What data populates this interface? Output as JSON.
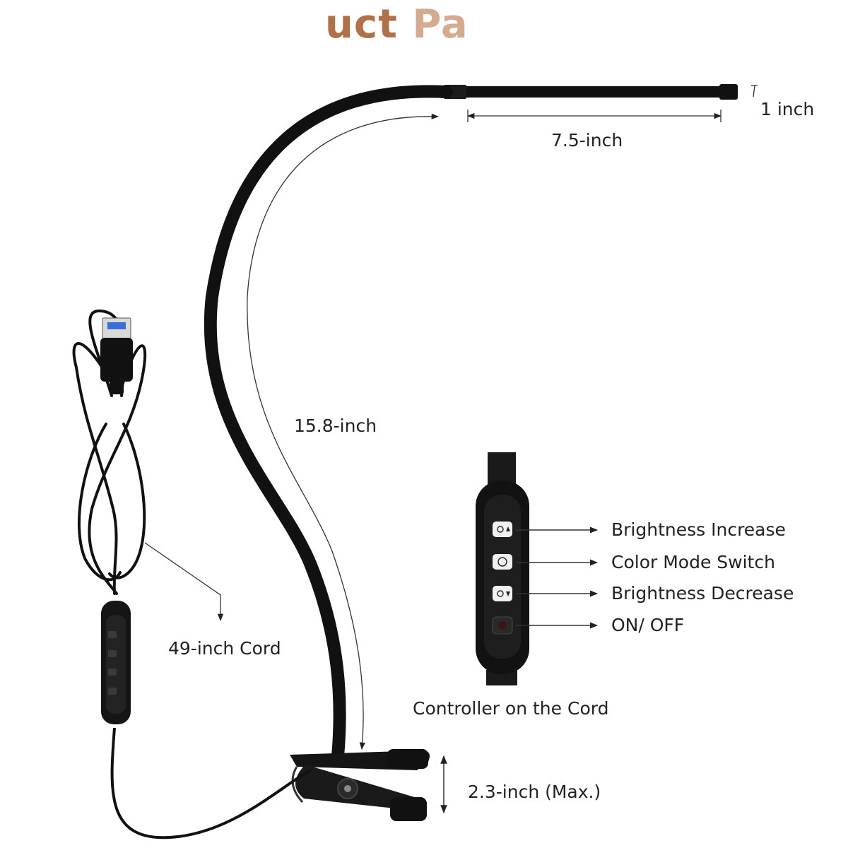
{
  "header": {
    "title_left": "uct",
    "title_right": "Pa"
  },
  "dimensions": {
    "head_thickness": "1 inch",
    "head_length": "7.5-inch",
    "neck_length": "15.8-inch",
    "cord_length": "49-inch Cord",
    "clip_opening": "2.3-inch (Max.)"
  },
  "controller": {
    "caption": "Controller on the Cord",
    "buttons": [
      {
        "label": "Brightness Increase",
        "icon": "sun-up-icon"
      },
      {
        "label": "Color Mode Switch",
        "icon": "color-cycle-icon"
      },
      {
        "label": "Brightness Decrease",
        "icon": "sun-down-icon"
      },
      {
        "label": "ON/ OFF",
        "icon": "power-icon"
      }
    ]
  },
  "colors": {
    "lamp": "#111111",
    "accent": "#b07048",
    "usb_blue": "#3a6fd8",
    "text": "#222222"
  }
}
